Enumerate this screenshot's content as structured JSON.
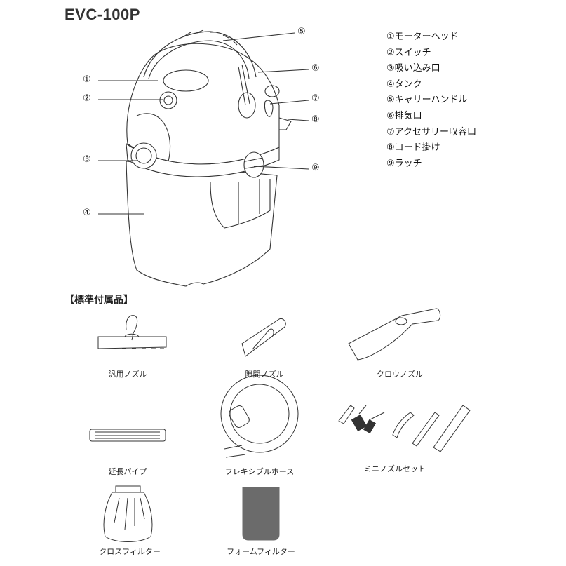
{
  "title": "EVC-100P",
  "parts_legend": [
    {
      "num": "①",
      "label": "モーターヘッド"
    },
    {
      "num": "②",
      "label": "スイッチ"
    },
    {
      "num": "③",
      "label": "吸い込み口"
    },
    {
      "num": "④",
      "label": "タンク"
    },
    {
      "num": "⑤",
      "label": "キャリーハンドル"
    },
    {
      "num": "⑥",
      "label": "排気口"
    },
    {
      "num": "⑦",
      "label": "アクセサリー収容口"
    },
    {
      "num": "⑧",
      "label": "コード掛け"
    },
    {
      "num": "⑨",
      "label": "ラッチ"
    }
  ],
  "callouts": [
    "①",
    "②",
    "③",
    "④",
    "⑤",
    "⑥",
    "⑦",
    "⑧",
    "⑨"
  ],
  "accessories_heading": "【標準付属品】",
  "accessories": [
    {
      "label": "汎用ノズル",
      "icon": "floor-nozzle"
    },
    {
      "label": "隙間ノズル",
      "icon": "crevice-nozzle"
    },
    {
      "label": "クロウノズル",
      "icon": "claw-nozzle"
    },
    {
      "label": "延長パイプ",
      "icon": "extension-pipe"
    },
    {
      "label": "フレキシブルホース",
      "icon": "flexible-hose"
    },
    {
      "label": "ミニノズルセット",
      "icon": "mini-nozzle-set"
    },
    {
      "label": "クロスフィルター",
      "icon": "cloth-filter"
    },
    {
      "label": "フォームフィルター",
      "icon": "foam-filter"
    }
  ],
  "colors": {
    "foam_filter": "#6b6b6b",
    "line": "#333333"
  }
}
